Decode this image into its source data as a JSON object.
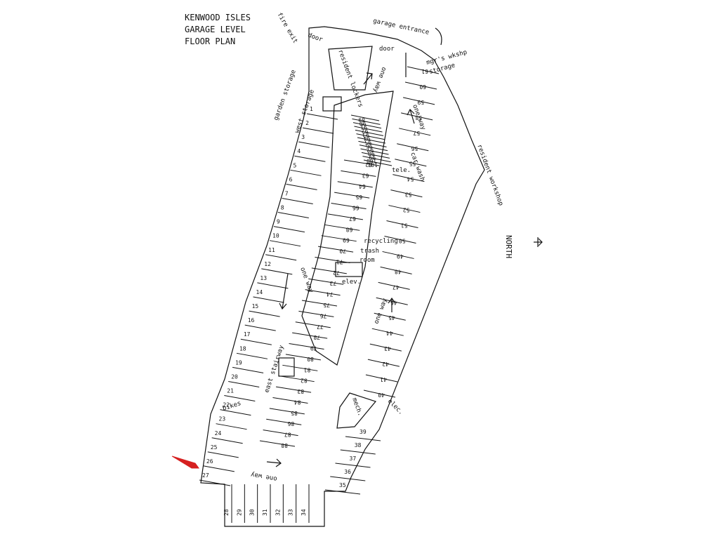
{
  "title": {
    "line1": "KENWOOD ISLES",
    "line2": "GARAGE LEVEL",
    "line3": "FLOOR PLAN"
  },
  "north_label": "NORTH",
  "labels": {
    "fire_exit": "fire exit",
    "door_a": "door",
    "door_b": "door",
    "garage_entrance": "garage entrance",
    "mgrs_wkshp": "mgr's wkshp",
    "storage": "storage",
    "resident_lockers": "resident lockers",
    "one_way_1": "one way",
    "one_way_2": "one way",
    "one_way_3": "one way",
    "one_way_4": "one way",
    "one_way_5": "one way",
    "garden_storage": "garden storage",
    "west_storage": "west storage",
    "resident_workshop": "resident workshop",
    "car_wash": "car wash",
    "tele": "tele.",
    "recycling": "recycling",
    "trash": "trash",
    "room": "room",
    "elev": "elev.",
    "east_stairway": "east stairway",
    "bikes": "bikes",
    "mech": "mech.",
    "elec": "elec."
  },
  "stalls": {
    "west": [
      "1",
      "2",
      "3",
      "4",
      "5",
      "6",
      "7",
      "8",
      "9",
      "10",
      "11",
      "12",
      "13",
      "14",
      "15",
      "16",
      "17",
      "18",
      "19",
      "20",
      "21",
      "22",
      "23",
      "24",
      "25",
      "26",
      "27"
    ],
    "south": [
      "28",
      "29",
      "30",
      "31",
      "32",
      "33",
      "34"
    ],
    "east_lower": [
      "35",
      "36",
      "37",
      "38",
      "39"
    ],
    "east_upper": [
      "40",
      "41",
      "42",
      "43",
      "44",
      "45",
      "46",
      "47",
      "48",
      "49",
      "50",
      "51",
      "52",
      "53",
      "54",
      "55",
      "56",
      "57",
      "58",
      "59",
      "60",
      "61"
    ],
    "center_east": [
      "62",
      "63",
      "64",
      "65",
      "66",
      "67",
      "68",
      "69",
      "70",
      "71",
      "72",
      "73",
      "74",
      "75",
      "76",
      "77",
      "78",
      "79",
      "80",
      "81",
      "82",
      "83",
      "84",
      "85",
      "86",
      "87",
      "88"
    ],
    "center_west": [
      "89",
      "90",
      "91",
      "92",
      "93",
      "94",
      "95",
      "96",
      "97",
      "98",
      "99",
      "100",
      "101"
    ]
  },
  "marker_color": "#d62020",
  "ink_color": "#111111"
}
